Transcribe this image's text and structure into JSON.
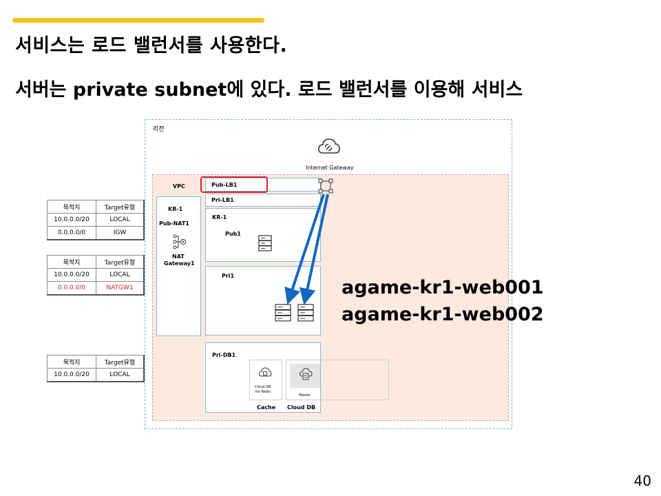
{
  "slide": {
    "title": "서비스는 로드 밸런서를 사용한다.",
    "subtitle": "서버는 private subnet에 있다. 로드 밸런서를 이용해 서비스",
    "page_number": "40",
    "accent_color": "#F7C21E"
  },
  "diagram": {
    "region_label": "리전",
    "igw_label": "Internet Gateway",
    "vpc_label": "VPC",
    "pub_lb_label": "Pub-LB1",
    "pri_lb_label": "Pri-LB1",
    "nat_zone_label": "KR-1",
    "pub_nat_label": "Pub-NAT1",
    "nat_gw_label_1": "NAT",
    "nat_gw_label_2": "Gateway1",
    "kr1_label": "KR-1",
    "pub1_label": "Pub1",
    "pri1_label": "Pri1",
    "pridb_label": "Pri-DB1",
    "redis_label_1": "Cloud DB",
    "redis_label_2": "for Redis",
    "master_label": "Master",
    "cache_label": "Cache",
    "clouddb_label": "Cloud DB",
    "highlight_color": "#E02020",
    "arrow_color": "#1468C0"
  },
  "route_tables": [
    {
      "headers": [
        "목적지",
        "Target유형"
      ],
      "rows": [
        [
          "10.0.0.0/20",
          "LOCAL"
        ],
        [
          "0.0.0.0/0",
          "IGW"
        ]
      ]
    },
    {
      "headers": [
        "목적지",
        "Target유형"
      ],
      "rows": [
        [
          "10.0.0.0/20",
          "LOCAL"
        ],
        [
          "0.0.0.0/0",
          "NATGW1"
        ]
      ]
    },
    {
      "headers": [
        "목적지",
        "Target유형"
      ],
      "rows": [
        [
          "10.0.0.0/20",
          "LOCAL"
        ]
      ]
    }
  ],
  "servers": [
    "agame-kr1-web001",
    "agame-kr1-web002"
  ]
}
